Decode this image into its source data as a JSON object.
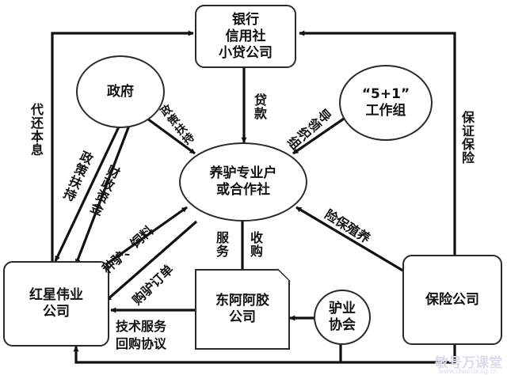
{
  "nodes": {
    "bank": [
      "银行",
      "信用社",
      "小贷公司"
    ],
    "government": [
      "政府"
    ],
    "workgroup": [
      "“5+1”",
      "工作组"
    ],
    "farmer": [
      "养驴专业户",
      "或合作社"
    ],
    "hongxing": [
      "红星伟业",
      "公司"
    ],
    "dongeejiao": [
      "东阿阿胶",
      "公司"
    ],
    "association": [
      "驴业",
      "协会"
    ],
    "insurance": [
      "保险公司"
    ]
  },
  "edge_labels": {
    "repay": "代还本息",
    "guarantee": "保证保险",
    "loan": "贷款",
    "policy_support_top": "政策扶持",
    "guide_organize": "导领织组",
    "policy_support_left": "政策扶持",
    "fiscal_funds": "财政资金",
    "donkey_feed": "种驴、饲料",
    "purchase_order": "购驴订单",
    "service": "服务",
    "acquisition": "收购",
    "insurance_breeding": "险保殖养",
    "tech_service": "技术服务",
    "buyback": "回购协议"
  },
  "watermark": {
    "main": "敏号万课堂",
    "sub": "www.shahua.sg.cn"
  }
}
